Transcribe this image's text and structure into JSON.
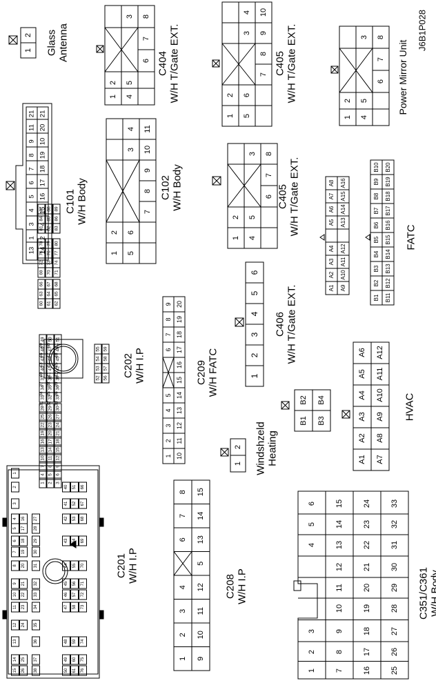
{
  "figure_id": "J6B1P028",
  "connectors": [
    {
      "id": "glass_antenna",
      "lines": [
        "Glass",
        "Antenna"
      ],
      "pins": [
        [
          "1",
          "2"
        ]
      ]
    },
    {
      "id": "c404",
      "lines": [
        "C404",
        "W/H T/Gate EXT."
      ],
      "pins": [
        [
          "3",
          "8"
        ],
        [
          "",
          "7"
        ],
        [
          "2",
          "6"
        ],
        [
          "1",
          "4",
          "5"
        ]
      ]
    },
    {
      "id": "c405a",
      "lines": [
        "C405",
        "W/H T/Gate EXT."
      ],
      "pins": [
        [
          "4",
          "10"
        ],
        [
          "3",
          "9"
        ],
        [
          "",
          "8"
        ],
        [
          "",
          "7"
        ],
        [
          "2",
          "6"
        ],
        [
          "1",
          "5"
        ]
      ]
    },
    {
      "id": "pmu",
      "lines": [
        "Power Mirror Unit"
      ],
      "pins": [
        [
          "3",
          "8"
        ],
        [
          "",
          "7"
        ],
        [
          "2",
          "6"
        ],
        [
          "1",
          "4",
          "5"
        ]
      ]
    },
    {
      "id": "c101",
      "lines": [
        "C101",
        "W/H Body"
      ],
      "pins": [
        [
          "21"
        ],
        [
          "20"
        ],
        [
          "11",
          "10"
        ],
        [
          "9",
          "8"
        ],
        [
          "7",
          "6"
        ],
        [
          "5",
          "4"
        ],
        [
          "2",
          "3"
        ],
        [
          "1",
          "13",
          "14",
          "15",
          "16",
          "17",
          "18",
          "19",
          "12"
        ]
      ]
    },
    {
      "id": "c102",
      "lines": [
        "C102",
        "W/H Body"
      ],
      "pins": [
        [
          "4",
          "11"
        ],
        [
          "3",
          "10"
        ],
        [
          "",
          "9"
        ],
        [
          "",
          "8"
        ],
        [
          "",
          "7"
        ],
        [
          "2",
          "6"
        ],
        [
          "1",
          "5"
        ]
      ]
    },
    {
      "id": "c405b",
      "lines": [
        "C405",
        "W/H T/Gate EXT."
      ],
      "pins": [
        [
          "3",
          "8"
        ],
        [
          "",
          "7"
        ],
        [
          "",
          "6"
        ],
        [
          "2",
          "5"
        ],
        [
          "1",
          "4"
        ]
      ]
    },
    {
      "id": "fatc",
      "lines": [
        "FATC"
      ],
      "rows": [
        [
          "A1",
          "A2",
          "A3",
          "A4",
          "A5",
          "A6",
          "A7",
          "A8"
        ],
        [
          "A9",
          "A10",
          "A11",
          "A12",
          "A13",
          "A14",
          "A15",
          "A16"
        ],
        [
          "B1",
          "B2",
          "B3",
          "B4",
          "B5",
          "B6",
          "B7",
          "B8",
          "B9",
          "B10"
        ],
        [
          "B11",
          "B12",
          "B13",
          "B14",
          "B15",
          "B16",
          "B17",
          "B18",
          "B19",
          "B20"
        ]
      ]
    },
    {
      "id": "c406",
      "lines": [
        "C406",
        "W/H T/Gate EXT."
      ],
      "pins": [
        [
          "1",
          "2",
          "3",
          "4",
          "5",
          "6"
        ]
      ]
    },
    {
      "id": "c202",
      "lines": [
        "C202",
        "W/H I.P"
      ],
      "pins": [
        [
          "62",
          "65",
          "68",
          "71",
          "74",
          "77",
          "80",
          "83",
          "86",
          "89"
        ],
        [
          "61",
          "64",
          "67",
          "70",
          "73",
          "76",
          "79",
          "82",
          "85",
          "88"
        ],
        [
          "60",
          "63",
          "66",
          "69",
          "72",
          "75",
          "78",
          "81",
          "84",
          "87"
        ],
        [
          "37",
          "44",
          "51",
          "55",
          "59",
          "30",
          "27",
          "24"
        ],
        [
          "36",
          "43",
          "50",
          "54",
          "58",
          "29",
          "26",
          "23"
        ],
        [
          "35",
          "42",
          "49",
          "53",
          "57",
          "28",
          "25",
          "22"
        ],
        [
          "34",
          "41",
          "48",
          "52",
          "56",
          "21",
          "18",
          "15",
          "12",
          "9",
          "6",
          "3"
        ],
        [
          "33",
          "40",
          "47",
          "20",
          "17",
          "14",
          "11",
          "8",
          "5",
          "2"
        ],
        [
          "32",
          "39",
          "46",
          "19",
          "16",
          "13",
          "10",
          "7",
          "4",
          "1"
        ],
        [
          "31",
          "38",
          "45"
        ]
      ]
    },
    {
      "id": "c209",
      "lines": [
        "C209",
        "W/H FATC"
      ],
      "pins": [
        [
          "9",
          "20"
        ],
        [
          "8",
          "19"
        ],
        [
          "7",
          "18"
        ],
        [
          "6",
          "17"
        ],
        [
          "5",
          "16"
        ],
        [
          "4",
          "15"
        ],
        [
          "3",
          "14"
        ],
        [
          "2",
          "13"
        ],
        [
          "1",
          "12"
        ],
        [
          "",
          "11"
        ],
        [
          "",
          "10"
        ]
      ]
    },
    {
      "id": "windshield",
      "lines": [
        "Windshzeld",
        "Heating"
      ],
      "pins": [
        [
          "1",
          "2"
        ]
      ]
    },
    {
      "id": "b_conn",
      "lines": [],
      "pins": [
        [
          "B1",
          "B2"
        ],
        [
          "B3",
          "B4"
        ]
      ]
    },
    {
      "id": "hvac",
      "lines": [
        "HVAC"
      ],
      "pins": [
        [
          "A6",
          "A12"
        ],
        [
          "A5",
          "A11"
        ],
        [
          "A4",
          "A10"
        ],
        [
          "A3",
          "A9"
        ],
        [
          "A2",
          "A8"
        ],
        [
          "A1",
          "A7"
        ]
      ]
    },
    {
      "id": "c201",
      "lines": [
        "C201",
        "W/H I.P"
      ],
      "pins": [
        [
          "1",
          "2",
          "3",
          "4",
          "5",
          "6",
          "7",
          "8",
          "9",
          "10",
          "11",
          "12",
          "13",
          "14",
          "15"
        ],
        [
          "16",
          "17",
          "18",
          "19",
          "20",
          "21",
          "22",
          "23",
          "24",
          "25",
          "26"
        ],
        [
          "27",
          "28",
          "29",
          "30",
          "31",
          "32",
          "33",
          "34",
          "35",
          "36",
          "37",
          "38"
        ],
        [
          "40",
          "41",
          "42",
          "43",
          "44",
          "45",
          "46",
          "47",
          "48",
          "49",
          "50",
          "51",
          "52",
          "53",
          "54",
          "55",
          "56",
          "57",
          "58",
          "59",
          "60",
          "61",
          "62",
          "63",
          "64",
          "65",
          "66",
          "67",
          "68",
          "69",
          "70",
          "71",
          "72",
          "73",
          "74",
          "75",
          "76",
          "77",
          "78",
          "79",
          "80",
          "81",
          "82",
          "83"
        ]
      ]
    },
    {
      "id": "c208",
      "lines": [
        "C208",
        "W/H I.P"
      ],
      "pins": [
        [
          "8",
          "15"
        ],
        [
          "7",
          "14"
        ],
        [
          "6",
          "13"
        ],
        [
          "5"
        ],
        [
          "4",
          "12"
        ],
        [
          "3",
          "11"
        ],
        [
          "2",
          "10"
        ],
        [
          "1",
          "9"
        ]
      ]
    },
    {
      "id": "c351",
      "lines": [
        "C351/C361",
        "W/H Body"
      ],
      "pins": [
        [
          "6",
          "15",
          "24",
          "33"
        ],
        [
          "5",
          "14",
          "23",
          "32"
        ],
        [
          "4",
          "13",
          "22",
          "31"
        ],
        [
          "12",
          "21",
          "30"
        ],
        [
          "11",
          "20",
          "29"
        ],
        [
          "10",
          "19",
          "28"
        ],
        [
          "3",
          "9",
          "18",
          "27"
        ],
        [
          "2",
          "8",
          "17",
          "26"
        ],
        [
          "1",
          "7",
          "16",
          "25"
        ]
      ]
    }
  ]
}
